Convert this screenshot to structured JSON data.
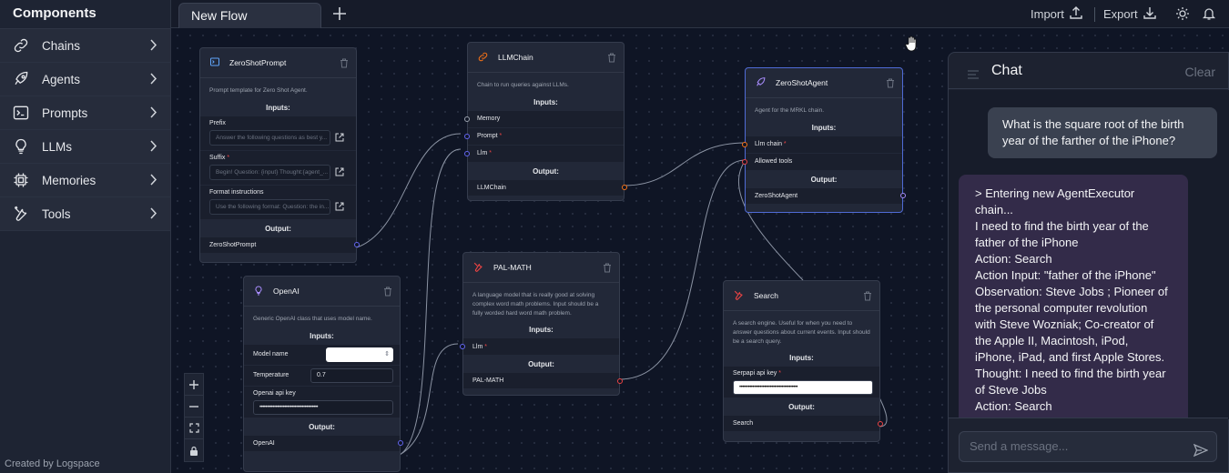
{
  "sidebar": {
    "title": "Components",
    "items": [
      {
        "label": "Chains",
        "icon": "link-icon"
      },
      {
        "label": "Agents",
        "icon": "rocket-icon"
      },
      {
        "label": "Prompts",
        "icon": "terminal-icon"
      },
      {
        "label": "LLMs",
        "icon": "lightbulb-icon"
      },
      {
        "label": "Memories",
        "icon": "cpu-icon"
      },
      {
        "label": "Tools",
        "icon": "tools-icon"
      }
    ],
    "credit": "Created by Logspace"
  },
  "topbar": {
    "tab": "New Flow",
    "import": "Import",
    "export": "Export"
  },
  "nodes": {
    "zeroshotprompt": {
      "title": "ZeroShotPrompt",
      "desc": "Prompt template for Zero Shot Agent.",
      "inputs": "Inputs:",
      "prefix_label": "Prefix",
      "prefix_value": "Answer the following questions as best y...",
      "suffix_label": "Suffix",
      "suffix_value": "Begin! Question: {input} Thought:{agent_...",
      "format_label": "Format instructions",
      "format_value": "Use the following format: Question: the in...",
      "output": "Output:",
      "output_name": "ZeroShotPrompt"
    },
    "llmchain": {
      "title": "LLMChain",
      "desc": "Chain to run queries against LLMs.",
      "inputs": "Inputs:",
      "memory": "Memory",
      "prompt": "Prompt",
      "llm": "Llm",
      "output": "Output:",
      "output_name": "LLMChain"
    },
    "zeroshotagent": {
      "title": "ZeroShotAgent",
      "desc": "Agent for the MRKL chain.",
      "inputs": "Inputs:",
      "llm_chain": "Llm chain",
      "allowed_tools": "Allowed tools",
      "output": "Output:",
      "output_name": "ZeroShotAgent"
    },
    "openai": {
      "title": "OpenAI",
      "desc": "Generic OpenAI class that uses model name.",
      "inputs": "Inputs:",
      "model_label": "Model name",
      "model_value": "",
      "temp_label": "Temperature",
      "temp_value": "0.7",
      "key_label": "Openai api key",
      "key_value": "••••••••••••••••••••••••••••••••••••••••",
      "output": "Output:",
      "output_name": "OpenAI"
    },
    "palmath": {
      "title": "PAL-MATH",
      "desc": "A language model that is really good at solving complex word math problems. Input should be a fully worded hard word math problem.",
      "inputs": "Inputs:",
      "llm": "Llm",
      "output": "Output:",
      "output_name": "PAL-MATH"
    },
    "search": {
      "title": "Search",
      "desc": "A search engine. Useful for when you need to answer questions about current events. Input should be a search query.",
      "inputs": "Inputs:",
      "key_label": "Serpapi api key",
      "key_value": "••••••••••••••••••••••••••••••••••••••••",
      "output": "Output:",
      "output_name": "Search"
    }
  },
  "required_mark": "*",
  "chat": {
    "title": "Chat",
    "clear": "Clear",
    "user_message": "What is the square root of the birth year of the farther of the iPhone?",
    "bot_message": "> Entering new AgentExecutor chain...\nI need to find the birth year of the father of the iPhone\nAction: Search\nAction Input: \"father of the iPhone\"\nObservation: Steve Jobs ; Pioneer of the personal computer revolution with Steve Wozniak; Co-creator of the Apple II, Macintosh, iPod, iPhone, iPad, and first Apple Stores.\nThought: I need to find the birth year of Steve Jobs\nAction: Search\nAction Input: \"birth year of Steve",
    "input_placeholder": "Send a message..."
  },
  "colors": {
    "accent": "#4f6bd6",
    "handle_blue": "#6366f1",
    "handle_orange": "#f97316",
    "handle_red": "#ef4444",
    "bot_bubble": "#332b49"
  }
}
